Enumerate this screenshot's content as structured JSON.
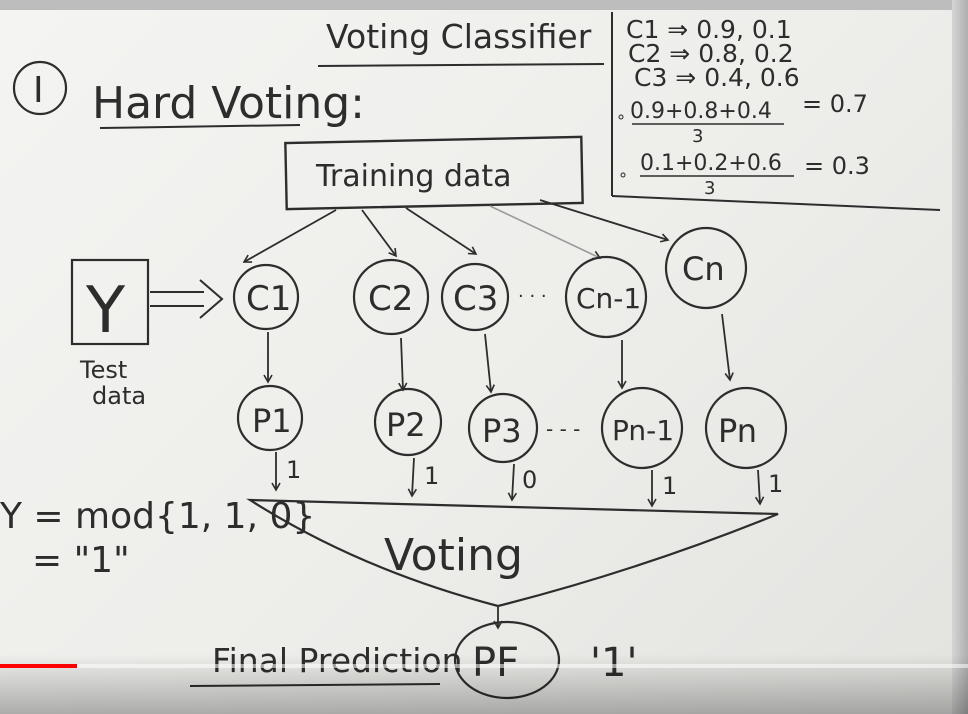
{
  "whiteboard": {
    "title": "Voting Classifier",
    "section_number": "I",
    "section_title": "Hard Voting:",
    "training_box": "Training data",
    "test_box_symbol": "Y",
    "test_label_line1": "Test",
    "test_label_line2": "data",
    "classifiers": [
      "C1",
      "C2",
      "C3",
      "Cn-1",
      "Cn"
    ],
    "classifier_dots": "· · ·",
    "predictions": [
      "P1",
      "P2",
      "P3",
      "Pn-1",
      "Pn"
    ],
    "prediction_dots": "- - -",
    "votes": [
      "1",
      "1",
      "0",
      "1",
      "1"
    ],
    "voting_label": "Voting",
    "mode_formula": "Y = mod{1, 1, 0}",
    "mode_result": "= \"1\"",
    "final_label": "Final Prediction",
    "final_symbol": "PF",
    "final_value": "'1'",
    "soft_box": {
      "c1": "C1 ⇒ 0.9, 0.1",
      "c2": "C2 ⇒ 0.8, 0.2",
      "c3": "C3 ⇒ 0.4, 0.6",
      "calc1_num": "0.9+0.8+0.4",
      "calc1_den": "3",
      "calc1_res": "= 0.7",
      "calc2_num": "0.1+0.2+0.6",
      "calc2_den": "3",
      "calc2_res": "= 0.3"
    }
  },
  "player": {
    "progress_fraction": 0.08,
    "played_color": "#ff0000"
  }
}
